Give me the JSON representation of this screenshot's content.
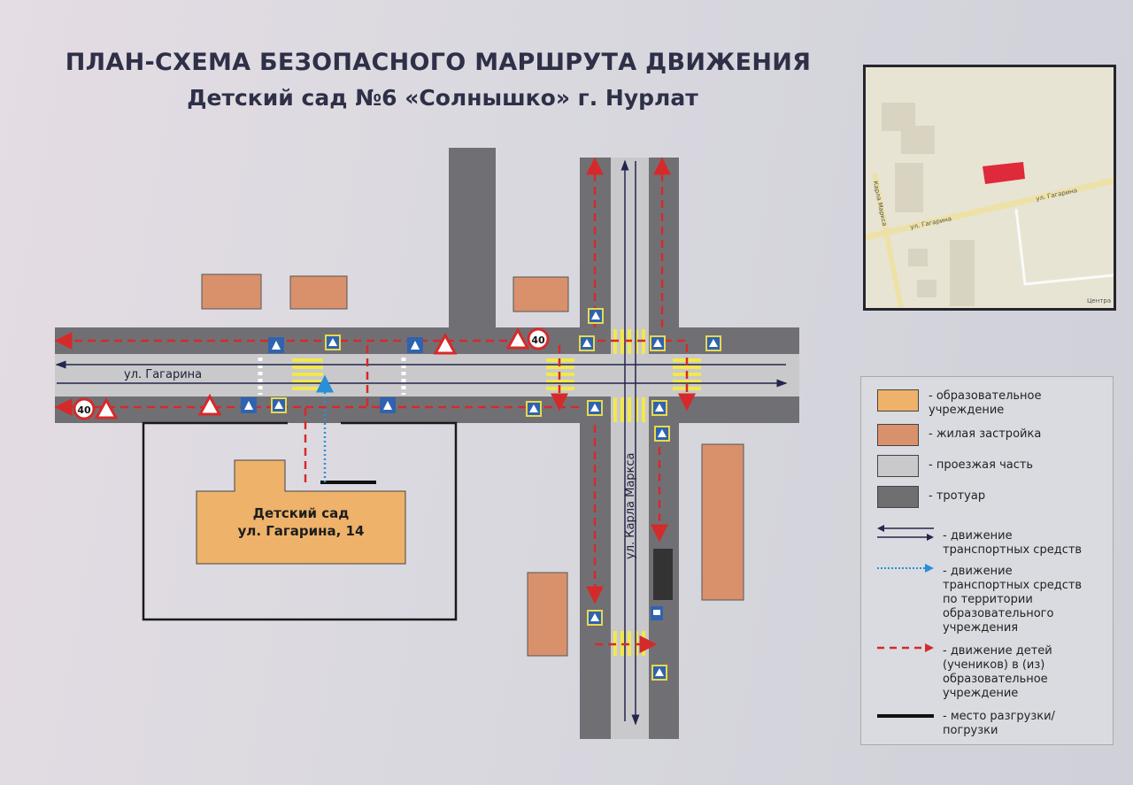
{
  "header": {
    "title": "ПЛАН-СХЕМА БЕЗОПАСНОГО МАРШРУТА ДВИЖЕНИЯ",
    "subtitle": "Детский сад №6 «Солнышко» г. Нурлат"
  },
  "map": {
    "street_horizontal": "ул. Гагарина",
    "street_vertical": "ул. Карла Маркса",
    "kindergarten_line1": "Детский сад",
    "kindergarten_line2": "ул. Гагарина, 14",
    "speed_limit": "40"
  },
  "minimap": {
    "street_1": "ул. Гагарина",
    "street_2": "ул. Гагарина",
    "street_3": "Карла Маркса",
    "street_4": "Центра"
  },
  "legend": {
    "items": [
      {
        "label": "- образовательное учреждение",
        "color": "#eeb26a"
      },
      {
        "label": "- жилая застройка",
        "color": "#d9916c"
      },
      {
        "label": "- проезжая часть",
        "color": "#c9c9cb"
      },
      {
        "label": "- тротуар",
        "color": "#6f6f71"
      },
      {
        "label": "- движение транспортных средств",
        "color": "#23264d"
      },
      {
        "label": "- движение транспортных средств по территории образовательного учреждения",
        "color": "#2a8fd6"
      },
      {
        "label": "- движение детей (учеников) в (из) образовательное учреждение",
        "color": "#d52a2a"
      },
      {
        "label": "- место разгрузки/погрузки",
        "color": "#111111"
      }
    ]
  }
}
